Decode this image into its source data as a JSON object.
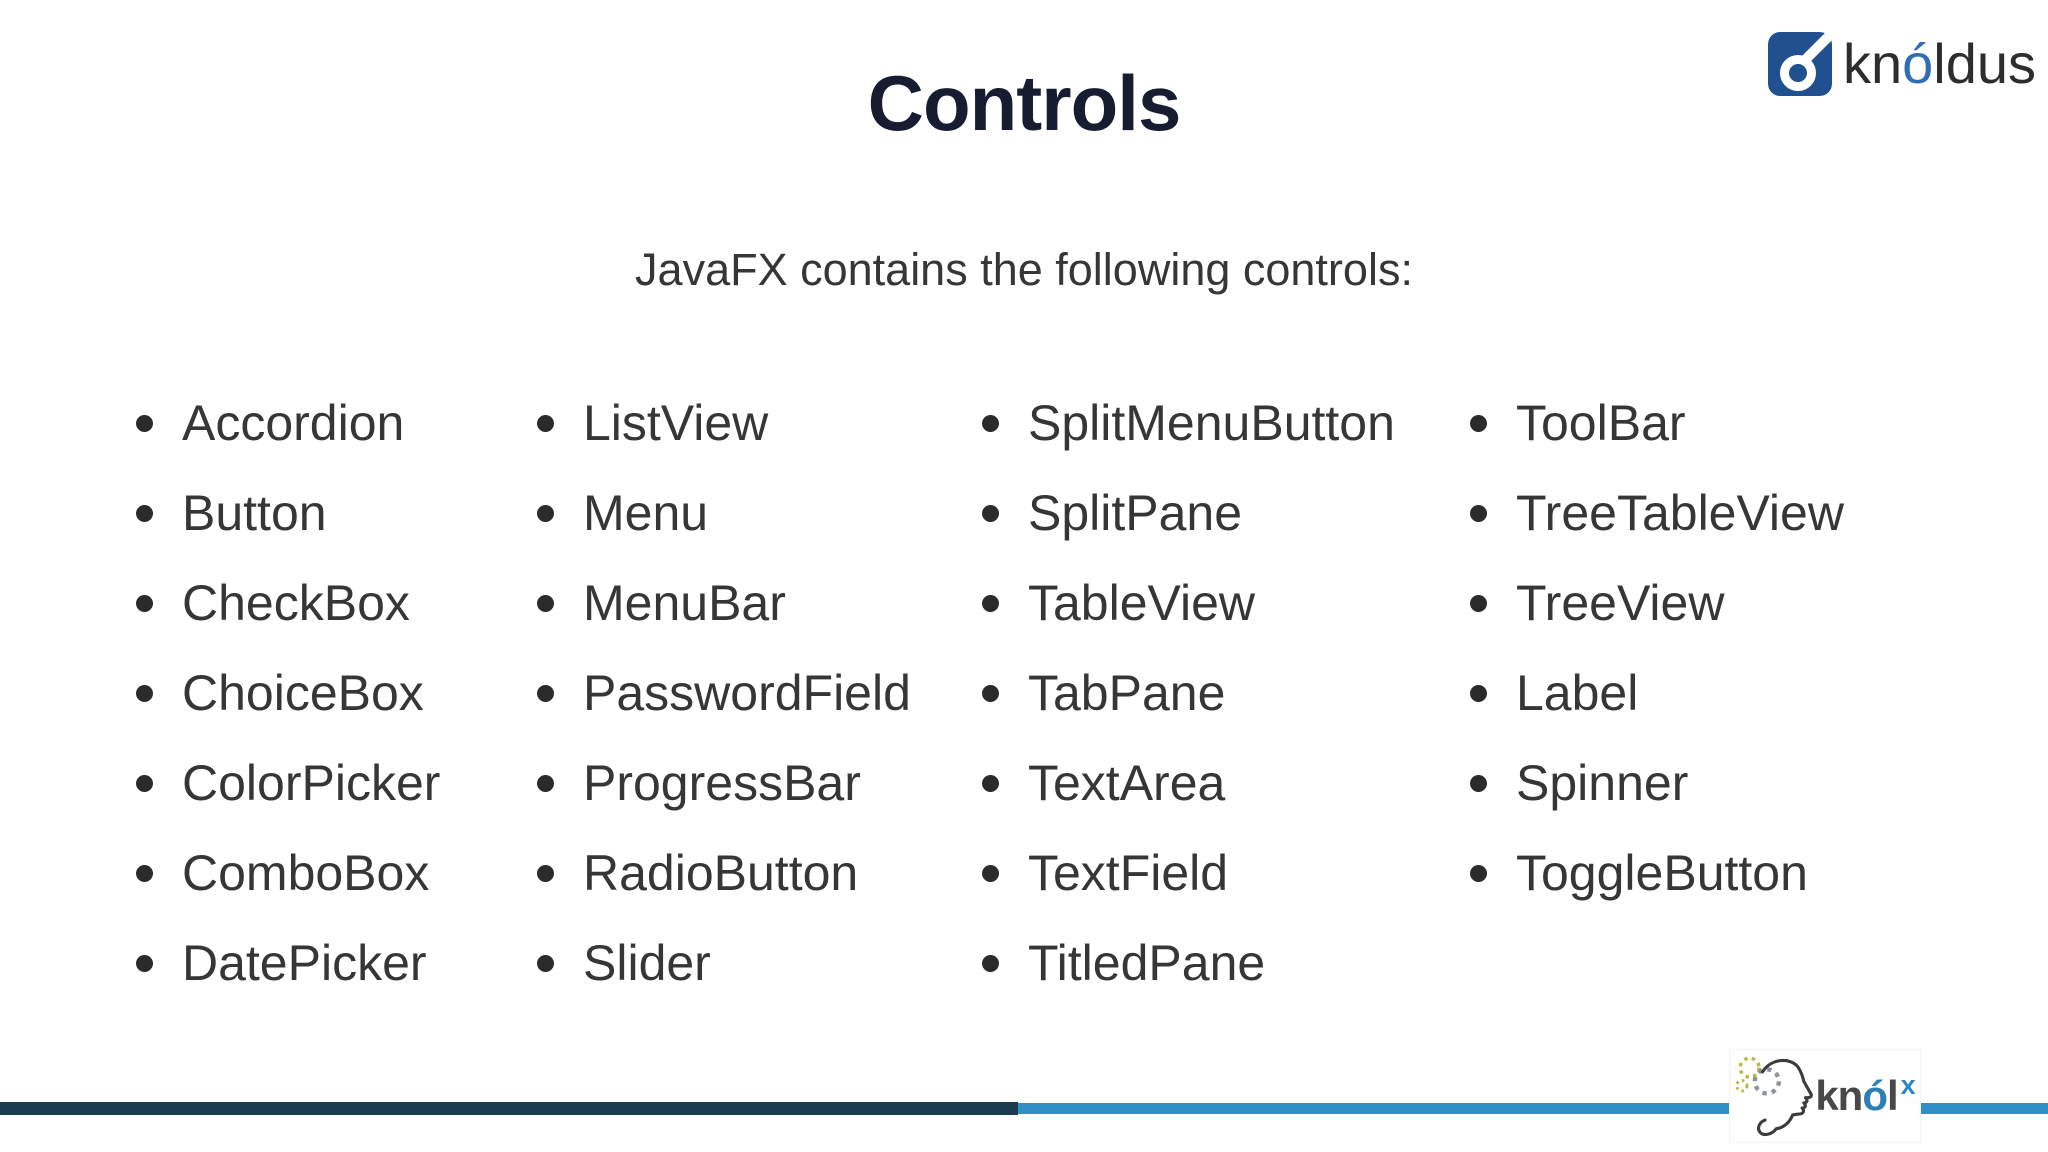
{
  "slide": {
    "title": "Controls",
    "subtitle": "JavaFX contains the following controls:",
    "columns": [
      {
        "items": [
          "Accordion",
          "Button",
          "CheckBox",
          "ChoiceBox",
          "ColorPicker",
          "ComboBox",
          "DatePicker"
        ]
      },
      {
        "items": [
          "ListView",
          "Menu",
          "MenuBar",
          "PasswordField",
          "ProgressBar",
          "RadioButton",
          "Slider"
        ]
      },
      {
        "items": [
          "SplitMenuButton",
          "SplitPane",
          "TableView",
          "TabPane",
          "TextArea",
          "TextField",
          "TitledPane"
        ]
      },
      {
        "items": [
          "ToolBar",
          "TreeTableView",
          "TreeView",
          "Label",
          "Spinner",
          "ToggleButton"
        ]
      }
    ]
  },
  "branding": {
    "knoldus": {
      "pre": "kn",
      "accent": "ó",
      "post": "ldus"
    },
    "knolx": {
      "pre": "kn",
      "accent": "ó",
      "post": "l",
      "sup": "x"
    }
  },
  "icons": {
    "knoldus_mark": "knoldus-o-icon",
    "knolx_mark": "head-gears-icon",
    "list_marker": "bullet-dot-icon"
  },
  "colors": {
    "title-text": "#181c31",
    "body-text": "#363636",
    "bullet": "#2b2b2b",
    "knoldus-icon-blue": "#21508f",
    "knoldus-text": "#2d2d2d",
    "knoldus-accent": "#2f6db5",
    "footer-dark": "#1b3c4e",
    "footer-blue": "#2d8fc3",
    "knolx-text": "#484848",
    "knolx-accent": "#2e7fb5",
    "knolx-super": "#2a86c4",
    "gear-yellow": "#b9b944",
    "gear-gray": "#8d9296"
  }
}
